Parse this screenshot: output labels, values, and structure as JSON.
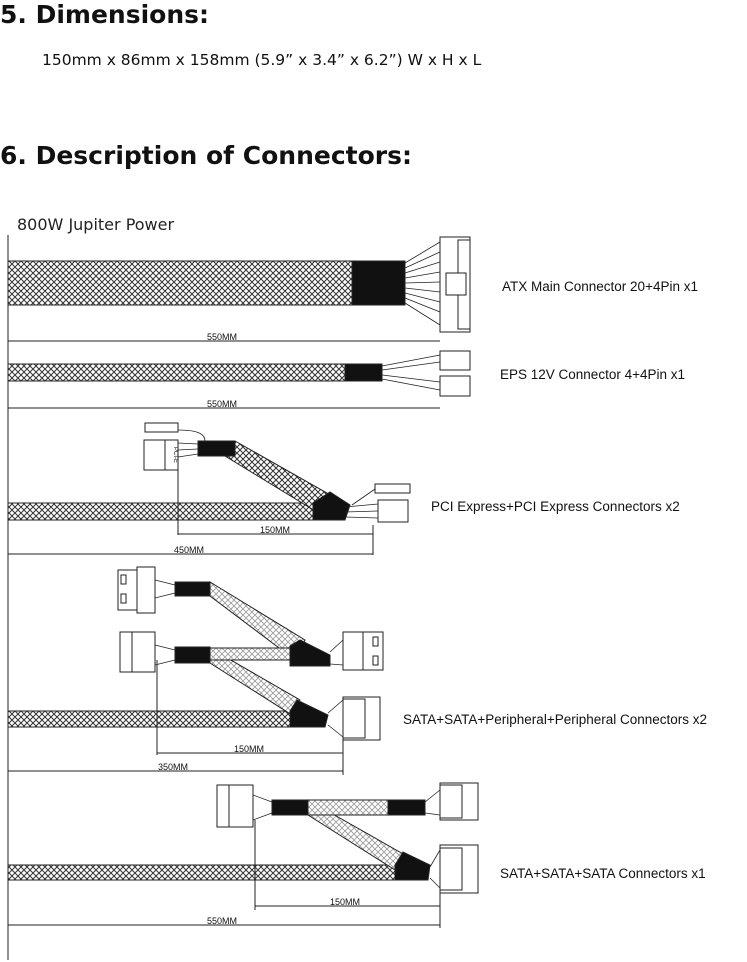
{
  "section5": {
    "heading": "5.  Dimensions:",
    "text": "150mm x 86mm x 158mm (5.9” x 3.4” x 6.2”) W x H x L"
  },
  "section6": {
    "heading": "6.  Description of Connectors:"
  },
  "diagram": {
    "title": "800W  Jupiter Power",
    "connectors": [
      {
        "label": "ATX Main Connector 20+4Pin x1",
        "lengths": [
          "550MM"
        ]
      },
      {
        "label": "EPS 12V Connector 4+4Pin x1",
        "lengths": [
          "550MM"
        ]
      },
      {
        "label": "PCI Express+PCI Express Connectors x2",
        "lengths": [
          "150MM",
          "450MM"
        ],
        "marking": "PCI-E"
      },
      {
        "label": "SATA+SATA+Peripheral+Peripheral Connectors x2",
        "lengths": [
          "150MM",
          "350MM"
        ]
      },
      {
        "label": "SATA+SATA+SATA Connectors x1",
        "lengths": [
          "150MM",
          "550MM"
        ]
      }
    ]
  }
}
